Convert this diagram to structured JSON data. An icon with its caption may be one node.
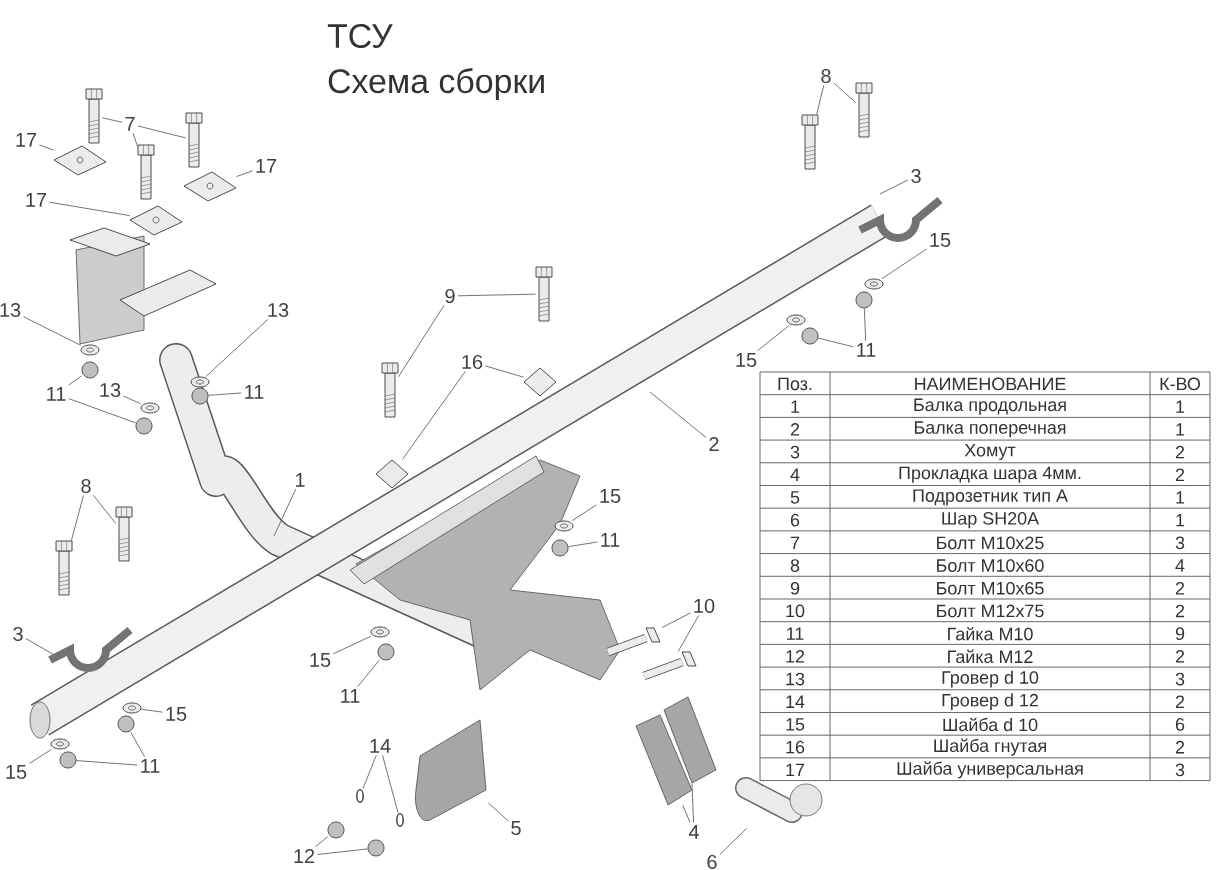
{
  "diagram": {
    "title": "ТСУ",
    "nodes": [
      {
        "text": [
          "7"
        ]
      },
      {
        "text": [
          "17"
        ]
      },
      {
        "text": [
          "17"
        ]
      },
      {
        "text": [
          "17"
        ]
      },
      {
        "text": [
          "8"
        ]
      },
      {
        "text": [
          "3"
        ]
      },
      {
        "text": [
          "15"
        ]
      },
      {
        "text": [
          "9"
        ]
      },
      {
        "text": [
          "13"
        ]
      },
      {
        "text": [
          "13"
        ]
      },
      {
        "text": [
          "15"
        ]
      },
      {
        "text": [
          "11"
        ]
      },
      {
        "text": [
          "16"
        ]
      },
      {
        "text": [
          "13"
        ]
      },
      {
        "text": [
          "11"
        ]
      },
      {
        "text": [
          "11"
        ]
      },
      {
        "text": [
          "2"
        ]
      },
      {
        "text": [
          "1"
        ]
      },
      {
        "text": [
          "8"
        ]
      },
      {
        "text": [
          "15"
        ]
      },
      {
        "text": [
          "11"
        ]
      },
      {
        "text": [
          "10"
        ]
      },
      {
        "text": [
          "3"
        ]
      },
      {
        "text": [
          "15"
        ]
      },
      {
        "text": [
          "11"
        ]
      },
      {
        "text": [
          "15"
        ]
      },
      {
        "text": [
          "11"
        ]
      },
      {
        "text": [
          "15"
        ]
      },
      {
        "text": [
          "14"
        ]
      },
      {
        "text": [
          "5"
        ]
      },
      {
        "text": [
          "4"
        ]
      },
      {
        "text": [
          "12"
        ]
      },
      {
        "text": [
          "6"
        ]
      },
      {
        "text": [],
        "shape": "picture"
      },
      {
        "text": [],
        "shape": "picture"
      },
      {
        "text": [],
        "shape": "picture"
      },
      {
        "text": [],
        "shape": "picture"
      },
      {
        "text": [],
        "shape": "picture"
      },
      {
        "text": [],
        "shape": "picture"
      },
      {
        "text": [],
        "shape": "picture"
      },
      {
        "text": [],
        "shape": "picture"
      },
      {
        "text": [],
        "shape": "picture"
      },
      {
        "text": [],
        "shape": "picture"
      },
      {
        "text": [],
        "shape": "picture"
      },
      {
        "text": [],
        "shape": "picture"
      },
      {
        "text": [],
        "shape": "picture"
      },
      {
        "text": [],
        "shape": "picture"
      },
      {
        "text": [],
        "shape": "circle"
      },
      {
        "text": [],
        "shape": "circle"
      },
      {
        "text": [],
        "shape": "picture"
      },
      {
        "text": [],
        "shape": "picture"
      },
      {
        "text": [],
        "shape": "picture"
      },
      {
        "text": [],
        "shape": "circle"
      },
      {
        "text": [],
        "shape": "circle"
      },
      {
        "text": [],
        "shape": "circle"
      },
      {
        "text": [],
        "shape": "picture"
      },
      {
        "text": [],
        "shape": "picture"
      },
      {
        "text": [],
        "shape": "picture"
      },
      {
        "text": [],
        "shape": "circle"
      },
      {
        "text": [],
        "shape": "picture"
      },
      {
        "text": [],
        "shape": "picture"
      },
      {
        "text": [],
        "shape": "picture"
      },
      {
        "text": [],
        "shape": "circle"
      },
      {
        "text": [],
        "shape": "picture"
      },
      {
        "text": [],
        "shape": "circle"
      },
      {
        "text": [],
        "shape": "circle"
      },
      {
        "text": [],
        "shape": "picture"
      },
      {
        "text": [],
        "shape": "picture"
      },
      {
        "text": [],
        "shape": "picture"
      },
      {
        "text": [],
        "shape": "picture"
      },
      {
        "text": [],
        "shape": "picture"
      },
      {
        "text": [],
        "shape": "picture"
      },
      {
        "text": [],
        "shape": "circle"
      },
      {
        "text": [],
        "shape": "circle"
      },
      {
        "text": [],
        "shape": "picture"
      }
    ],
    "edges": [
      {
        "from": 0,
        "to": 33,
        "arrow": "none"
      },
      {
        "from": 0,
        "to": 34,
        "arrow": "none"
      },
      {
        "from": 0,
        "to": 35,
        "arrow": "none"
      },
      {
        "from": 1,
        "to": 36,
        "arrow": "none"
      },
      {
        "from": 2,
        "to": 37,
        "arrow": "none"
      },
      {
        "from": 3,
        "to": 38,
        "arrow": "none"
      },
      {
        "from": 4,
        "to": 39,
        "arrow": "none"
      },
      {
        "from": 4,
        "to": 40,
        "arrow": "none"
      },
      {
        "from": 5,
        "to": null,
        "arrow": "none"
      },
      {
        "from": 6,
        "to": 41,
        "arrow": "none"
      },
      {
        "from": 7,
        "to": 42,
        "arrow": "none"
      },
      {
        "from": 7,
        "to": 43,
        "arrow": "none"
      },
      {
        "from": 8,
        "to": 44,
        "arrow": "none"
      },
      {
        "from": 9,
        "to": 45,
        "arrow": "none"
      },
      {
        "from": 10,
        "to": 46,
        "arrow": "none"
      },
      {
        "from": 11,
        "to": 47,
        "arrow": "none"
      },
      {
        "from": 11,
        "to": 48,
        "arrow": "none"
      },
      {
        "from": 12,
        "to": 49,
        "arrow": "none"
      },
      {
        "from": 12,
        "to": 50,
        "arrow": "none"
      },
      {
        "from": 13,
        "to": 51,
        "arrow": "none"
      },
      {
        "from": 14,
        "to": 52,
        "arrow": "none"
      },
      {
        "from": 14,
        "to": 53,
        "arrow": "none"
      },
      {
        "from": 15,
        "to": 54,
        "arrow": "none"
      },
      {
        "from": 16,
        "to": null,
        "arrow": "none"
      },
      {
        "from": 17,
        "to": null,
        "arrow": "none"
      },
      {
        "from": 18,
        "to": 55,
        "arrow": "none"
      },
      {
        "from": 18,
        "to": 56,
        "arrow": "none"
      },
      {
        "from": 19,
        "to": 57,
        "arrow": "none"
      },
      {
        "from": 20,
        "to": 58,
        "arrow": "none"
      },
      {
        "from": 21,
        "to": 59,
        "arrow": "none"
      },
      {
        "from": 21,
        "to": 60,
        "arrow": "none"
      },
      {
        "from": 22,
        "to": null,
        "arrow": "none"
      },
      {
        "from": 23,
        "to": 61,
        "arrow": "none"
      },
      {
        "from": 24,
        "to": 62,
        "arrow": "none"
      },
      {
        "from": 25,
        "to": 63,
        "arrow": "none"
      },
      {
        "from": 26,
        "to": 64,
        "arrow": "none"
      },
      {
        "from": 26,
        "to": 65,
        "arrow": "none"
      },
      {
        "from": 27,
        "to": 66,
        "arrow": "none"
      },
      {
        "from": 28,
        "to": 67,
        "arrow": "none"
      },
      {
        "from": 28,
        "to": 68,
        "arrow": "none"
      },
      {
        "from": 29,
        "to": 69,
        "arrow": "none"
      },
      {
        "from": 30,
        "to": 70,
        "arrow": "none"
      },
      {
        "from": 30,
        "to": 71,
        "arrow": "none"
      },
      {
        "from": 31,
        "to": 72,
        "arrow": "none"
      },
      {
        "from": 31,
        "to": 73,
        "arrow": "none"
      },
      {
        "from": 32,
        "to": 74,
        "arrow": "none"
      }
    ],
    "labels": [
      "Схема сборки",
      "Поз.",
      "НАИМЕНОВАНИЕ",
      "К-ВО",
      "1",
      "Балка продольная",
      "1",
      "2",
      "Балка поперечная",
      "1",
      "3",
      "Хомут",
      "2",
      "4",
      "Прокладка шара 4мм.",
      "2",
      "5",
      "Подрозетник тип А",
      "1",
      "6",
      "Шар SH20A",
      "1",
      "7",
      "Болт М10х25",
      "3",
      "8",
      "Болт М10х60",
      "4",
      "9",
      "Болт М10х65",
      "2",
      "10",
      "Болт М12х75",
      "2",
      "11",
      "Гайка М10",
      "9",
      "12",
      "Гайка М12",
      "2",
      "13",
      "Гровер d 10",
      "3",
      "14",
      "Гровер d 12",
      "2",
      "15",
      "Шайба d 10",
      "6",
      "16",
      "Шайба гнутая",
      "2",
      "17",
      "Шайба универсальная",
      "3"
    ]
  }
}
